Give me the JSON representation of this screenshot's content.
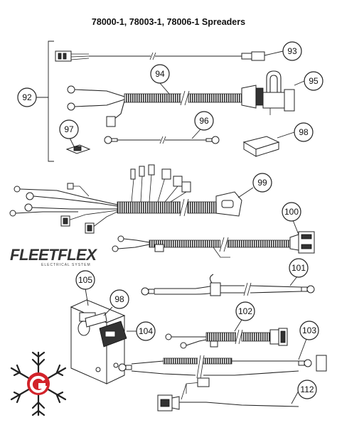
{
  "title": "78000-1, 78003-1, 78006-1 Spreaders",
  "callouts": {
    "c92": "92",
    "c93": "93",
    "c94": "94",
    "c95": "95",
    "c96": "96",
    "c97": "97",
    "c98a": "98",
    "c99": "99",
    "c100": "100",
    "c101": "101",
    "c102": "102",
    "c103": "103",
    "c104": "104",
    "c105": "105",
    "c98b": "98",
    "c112": "112"
  },
  "logo": {
    "name": "FLEETFLEX",
    "subtitle": "ELECTRICAL SYSTEM"
  },
  "colors": {
    "line": "#222222",
    "brand_red": "#d2232a",
    "loom_gray": "#555555"
  }
}
